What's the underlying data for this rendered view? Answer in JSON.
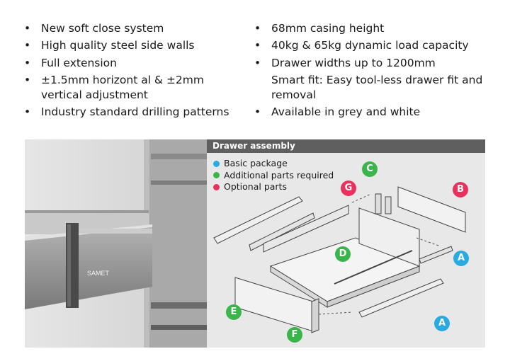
{
  "features": {
    "bullet": "•",
    "left": [
      "New soft close system",
      "High quality steel side walls",
      "Full extension",
      "±1.5mm horizont al & ±2mm vertical adjustment",
      "Industry standard drilling patterns"
    ],
    "right": [
      "68mm casing height",
      "40kg & 65kg dynamic load capacity",
      "Drawer widths up to 1200mm",
      "Smart fit: Easy tool-less drawer fit and removal",
      "Available in grey and white"
    ]
  },
  "photo": {
    "brand": "SAMET"
  },
  "diagram": {
    "title": "Drawer assembly",
    "legend": [
      {
        "label": "Basic package",
        "color": "#29abe2"
      },
      {
        "label": "Additional parts required",
        "color": "#39b54a"
      },
      {
        "label": "Optional parts",
        "color": "#e8315c"
      }
    ],
    "labels": {
      "A": "A",
      "B": "B",
      "C": "C",
      "D": "D",
      "E": "E",
      "F": "F",
      "G": "G"
    },
    "colors": {
      "basic": "#29abe2",
      "additional": "#39b54a",
      "optional": "#e8315c",
      "header": "#5f5f5f"
    }
  }
}
